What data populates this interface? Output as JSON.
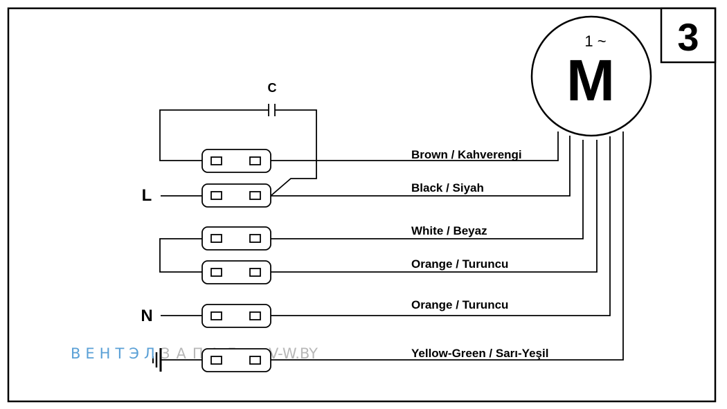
{
  "diagram_number": "3",
  "motor": {
    "phase": "1 ~",
    "symbol": "M"
  },
  "capacitor_label": "C",
  "line_labels": {
    "live": "L",
    "neutral": "N"
  },
  "wires": [
    {
      "label": "Brown / Kahverengi"
    },
    {
      "label": "Black / Siyah"
    },
    {
      "label": "White / Beyaz"
    },
    {
      "label": "Orange / Turuncu"
    },
    {
      "label": "Orange / Turuncu"
    },
    {
      "label": "Yellow-Green / Sarı-Yeşil"
    }
  ],
  "watermark": {
    "part1": "ВЕНТЭЛ",
    "part2": "ЗАПАД",
    "part3": "V-W.BY"
  },
  "colors": {
    "ink": "#000000",
    "watermark_blue": "#5aa0d6",
    "watermark_grey": "#b8b8b8"
  }
}
